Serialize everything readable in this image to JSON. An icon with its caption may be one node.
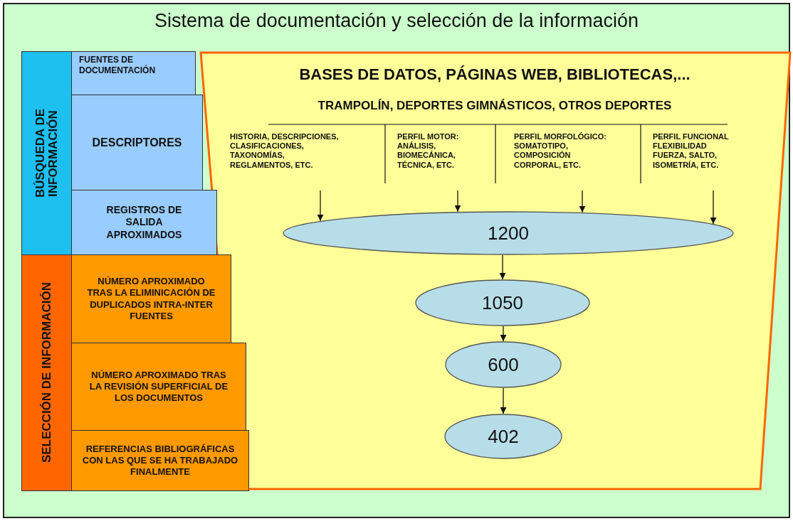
{
  "diagram": {
    "title": "Sistema de documentación y selección de la información",
    "nodes": [
      {
        "text": [
          "BÚSQUEDA DE INFORMACIÓN"
        ]
      },
      {
        "text": [
          "FUENTES DE DOCUMENTACIÓN"
        ]
      },
      {
        "text": [
          "DESCRIPTORES"
        ]
      },
      {
        "text": [
          "REGISTROS DE SALIDA APROXIMADOS"
        ]
      },
      {
        "text": [
          "SELECCIÓN DE INFORMACIÓN"
        ]
      },
      {
        "text": [
          "NÚMERO APROXIMADO TRAS LA ELIMINICACIÓN DE DUPLICADOS INTRA-INTER FUENTES"
        ]
      },
      {
        "text": [
          "NÚMERO APROXIMADO TRAS LA REVISIÓN SUPERFICIAL DE LOS DOCUMENTOS"
        ]
      },
      {
        "text": [
          "REFERENCIAS BIBLIOGRÁFICAS CON LAS QUE SE HA TRABAJADO FINALMENTE"
        ]
      },
      {
        "text": [
          "BASES DE DATOS, PÁGINAS WEB, BIBLIOTECAS,...",
          "TRAMPOLÍN, DEPORTES GIMNÁSTICOS, OTROS DEPORTES"
        ]
      },
      {
        "text": [
          "HISTORIA, DESCRIPCIONES, CLASIFICACIONES, TAXONOMÍAS, REGLAMENTOS, ETC."
        ],
        "in": 8
      },
      {
        "text": [
          "PERFIL MOTOR: ANÁLISIS, BIOMECÁNICA, TÉCNICA, ETC."
        ],
        "in": 8
      },
      {
        "text": [
          "PERFIL MORFOLÓGICO: SOMATOTIPO, COMPOSICIÓN CORPORAL, ETC."
        ],
        "in": 8
      },
      {
        "text": [
          "PERFIL FUNCIONAL FLEXIBILIDAD FUERZA, SALTO, ISOMETRÍA, ETC."
        ],
        "in": 8
      },
      {
        "text": [
          "1200"
        ],
        "in": 8
      },
      {
        "text": [
          "1050"
        ],
        "in": 8
      },
      {
        "text": [
          "600"
        ],
        "in": 8
      },
      {
        "text": [
          "402"
        ],
        "in": 8
      }
    ],
    "edges": [
      {
        "from": 9,
        "to": 13,
        "arrow": "to"
      },
      {
        "from": 10,
        "to": 13,
        "arrow": "to"
      },
      {
        "from": 11,
        "to": 13,
        "arrow": "to"
      },
      {
        "from": 12,
        "to": 13,
        "arrow": "to"
      },
      {
        "from": 13,
        "to": 14,
        "arrow": "to"
      },
      {
        "from": 14,
        "to": 15,
        "arrow": "to"
      },
      {
        "from": 15,
        "to": 16,
        "arrow": "to"
      }
    ]
  }
}
